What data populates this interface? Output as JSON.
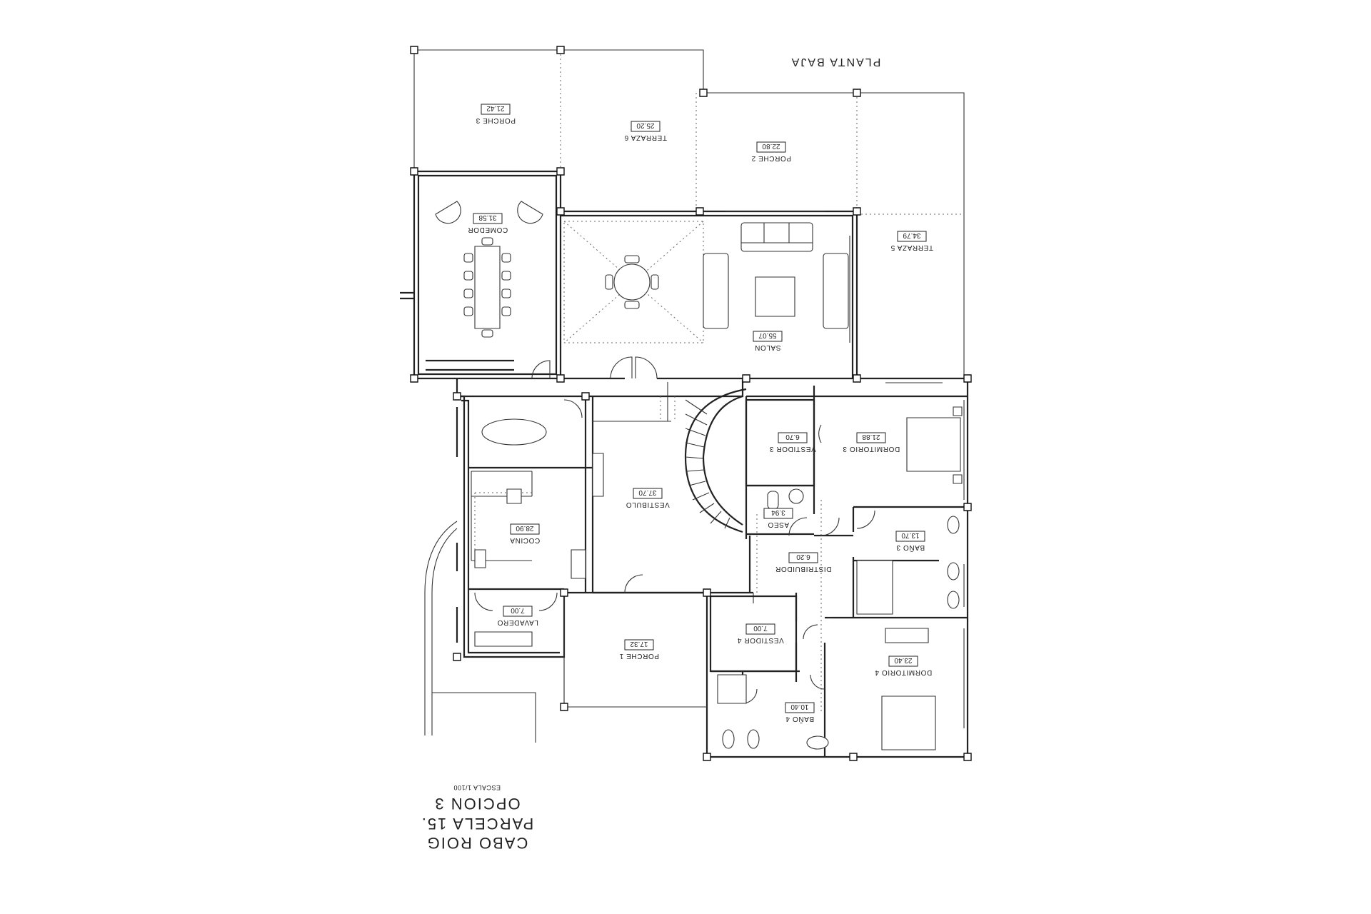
{
  "heading": "PLANTA BAJA",
  "project": {
    "line1": "CABO ROIG",
    "line2": "PARCELA 15.",
    "line3": "OPCION 3",
    "scale": "ESCALA 1/100"
  },
  "rooms": [
    {
      "id": "porche-3",
      "name": "PORCHE 3",
      "area": "21.42"
    },
    {
      "id": "terraza-6",
      "name": "TERRAZA 6",
      "area": "25.20"
    },
    {
      "id": "porche-2",
      "name": "PORCHE 2",
      "area": "22.80"
    },
    {
      "id": "terraza-5",
      "name": "TERRAZA 5",
      "area": "34.79"
    },
    {
      "id": "comedor",
      "name": "COMEDOR",
      "area": "31.58"
    },
    {
      "id": "salon",
      "name": "SALON",
      "area": "55.07"
    },
    {
      "id": "vestidor-3",
      "name": "VESTIDOR 3",
      "area": "6.70"
    },
    {
      "id": "dormitorio-3",
      "name": "DORMITORIO 3",
      "area": "21.88"
    },
    {
      "id": "vestibulo",
      "name": "VESTIBULO",
      "area": "37.70"
    },
    {
      "id": "aseo",
      "name": "ASEO",
      "area": "3.94"
    },
    {
      "id": "bano-3",
      "name": "BAÑO 3",
      "area": "13.70"
    },
    {
      "id": "cocina",
      "name": "COCINA",
      "area": "28.90"
    },
    {
      "id": "distribuidor",
      "name": "DISTRIBUIDOR",
      "area": "6.20"
    },
    {
      "id": "lavadero",
      "name": "LAVADERO",
      "area": "7.00"
    },
    {
      "id": "vestidor-4",
      "name": "VESTIDOR 4",
      "area": "7.00"
    },
    {
      "id": "porche-1",
      "name": "PORCHE 1",
      "area": "17.32"
    },
    {
      "id": "dormitorio-4",
      "name": "DORMITORIO 4",
      "area": "23.40"
    },
    {
      "id": "bano-4",
      "name": "BAÑO 4",
      "area": "10.40"
    }
  ]
}
